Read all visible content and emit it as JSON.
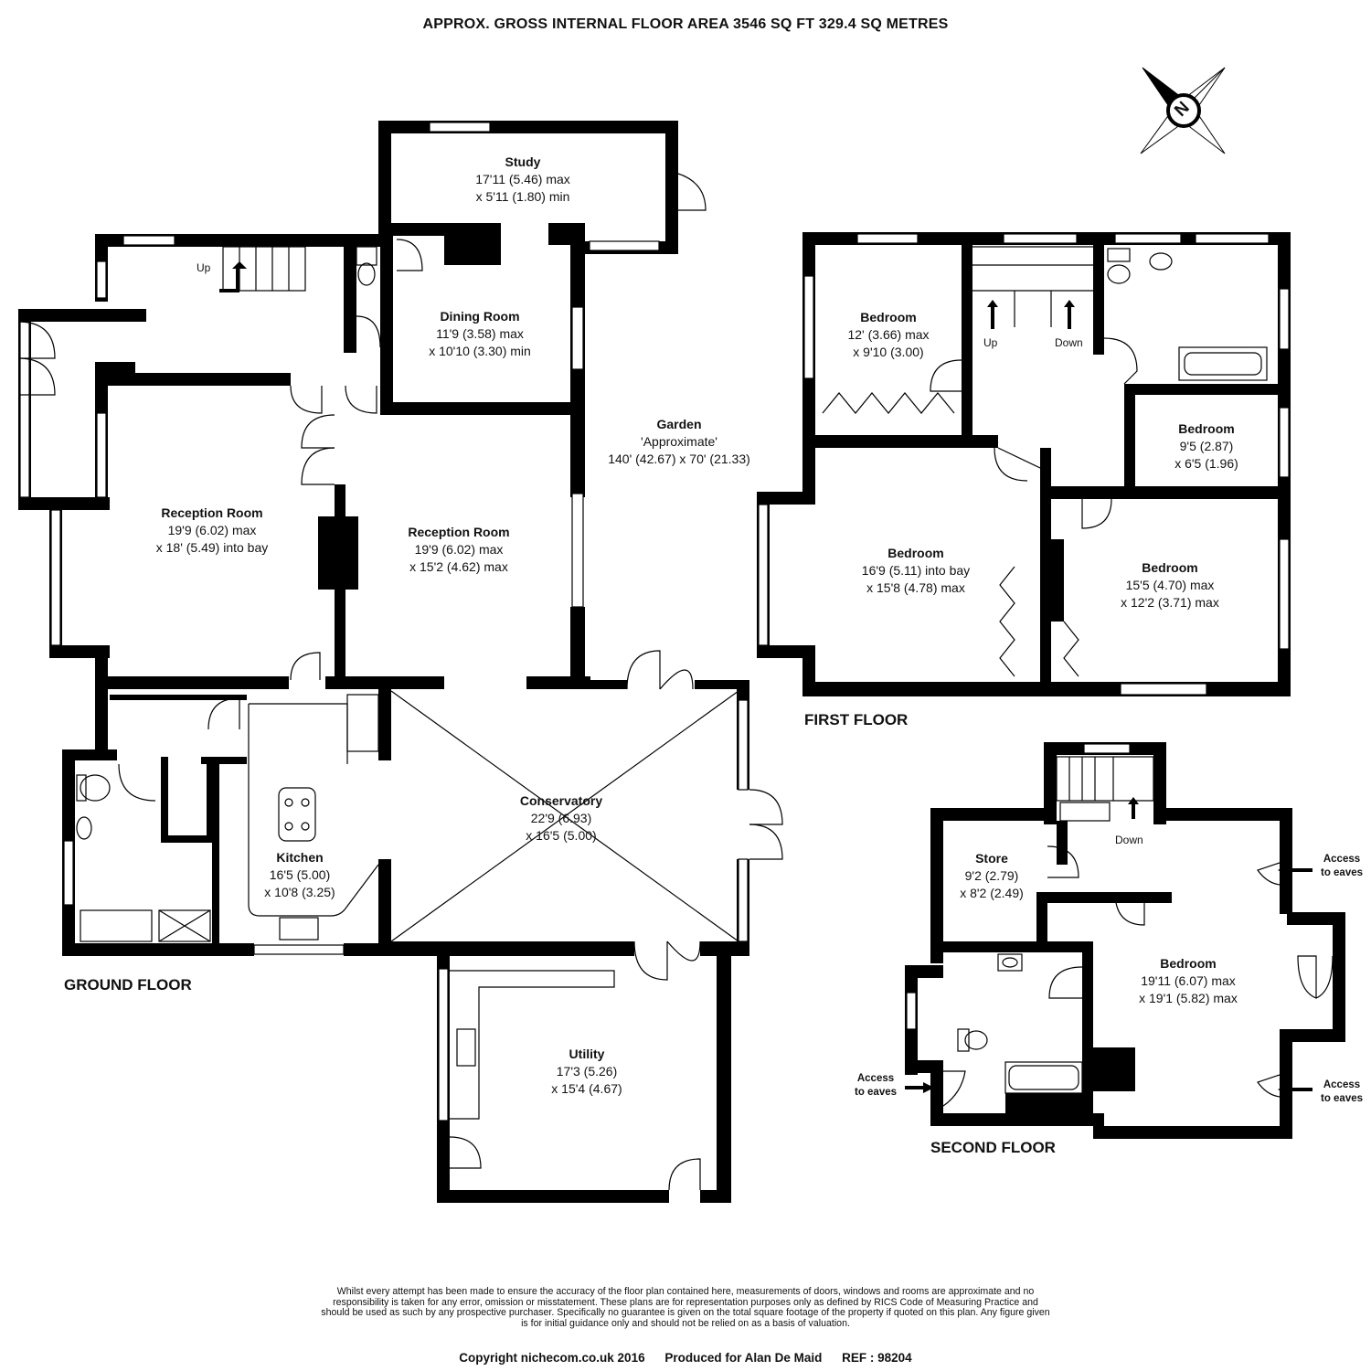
{
  "header": {
    "title": "APPROX. GROSS INTERNAL FLOOR AREA 3546 SQ FT 329.4 SQ METRES"
  },
  "floors": {
    "ground": "GROUND FLOOR",
    "first": "FIRST FLOOR",
    "second": "SECOND FLOOR"
  },
  "rooms": {
    "study": {
      "name": "Study",
      "dim1": "17'11 (5.46) max",
      "dim2": "x 5'11 (1.80) min"
    },
    "dining": {
      "name": "Dining Room",
      "dim1": "11'9 (3.58) max",
      "dim2": "x 10'10 (3.30) min"
    },
    "reception_left": {
      "name": "Reception Room",
      "dim1": "19'9 (6.02) max",
      "dim2": "x 18' (5.49) into bay"
    },
    "reception_right": {
      "name": "Reception Room",
      "dim1": "19'9 (6.02) max",
      "dim2": "x 15'2 (4.62) max"
    },
    "garden": {
      "name": "Garden",
      "dim1": "'Approximate'",
      "dim2": "140' (42.67) x 70' (21.33)"
    },
    "kitchen": {
      "name": "Kitchen",
      "dim1": "16'5 (5.00)",
      "dim2": "x 10'8 (3.25)"
    },
    "conservatory": {
      "name": "Conservatory",
      "dim1": "22'9 (6.93)",
      "dim2": "x 16'5 (5.00)"
    },
    "utility": {
      "name": "Utility",
      "dim1": "17'3 (5.26)",
      "dim2": "x 15'4 (4.67)"
    },
    "ff_bedroom_1": {
      "name": "Bedroom",
      "dim1": "12' (3.66) max",
      "dim2": "x 9'10 (3.00)"
    },
    "ff_bedroom_2": {
      "name": "Bedroom",
      "dim1": "9'5 (2.87)",
      "dim2": "x 6'5 (1.96)"
    },
    "ff_bedroom_3": {
      "name": "Bedroom",
      "dim1": "16'9 (5.11) into bay",
      "dim2": "x 15'8 (4.78) max"
    },
    "ff_bedroom_4": {
      "name": "Bedroom",
      "dim1": "15'5 (4.70) max",
      "dim2": "x 12'2 (3.71) max"
    },
    "store": {
      "name": "Store",
      "dim1": "9'2 (2.79)",
      "dim2": "x 8'2 (2.49)"
    },
    "sf_bedroom": {
      "name": "Bedroom",
      "dim1": "19'11 (6.07) max",
      "dim2": "x 19'1 (5.82) max"
    }
  },
  "stair_labels": {
    "up": "Up",
    "down": "Down"
  },
  "eaves": {
    "line1": "Access",
    "line2": "to eaves"
  },
  "compass": {
    "letter": "N",
    "icon": "north-arrow-icon"
  },
  "footer": {
    "disclaimer": "Whilst every attempt has been made to ensure the accuracy of the floor plan contained here, measurements of doors, windows and rooms are approximate and no responsibility is taken for any error, omission or misstatement. These plans are for representation purposes only as defined by RICS Code of Measuring Practice and should be used as such by any prospective purchaser. Specifically no guarantee is given on the total square footage of the property if quoted on this plan. Any figure given is for initial guidance only and should not be relied on as a basis of valuation.",
    "copyright": "Copyright nichecom.co.uk 2016",
    "produced": "Produced for Alan De Maid",
    "ref": "REF : 98204"
  }
}
